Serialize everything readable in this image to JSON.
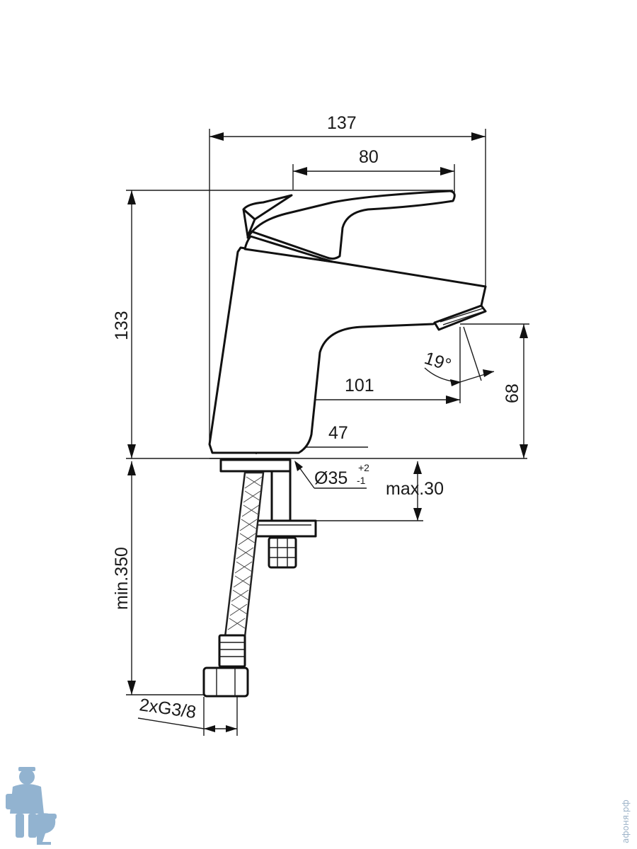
{
  "dimensions": {
    "overall_width": "137",
    "lever_width": "80",
    "height": "133",
    "spout_reach": "101",
    "spout_height": "68",
    "base_offset": "47",
    "base_diameter": "Ø35",
    "base_tol_plus": "+2",
    "base_tol_minus": "-1",
    "max_thickness": "max.30",
    "hose_length": "min.350",
    "connection": "2xG3/8",
    "aerator_angle": "19°"
  },
  "watermark": {
    "text": "афоня.рф"
  },
  "colors": {
    "line": "#1a1a1a",
    "logo": "#7fa6c8"
  }
}
